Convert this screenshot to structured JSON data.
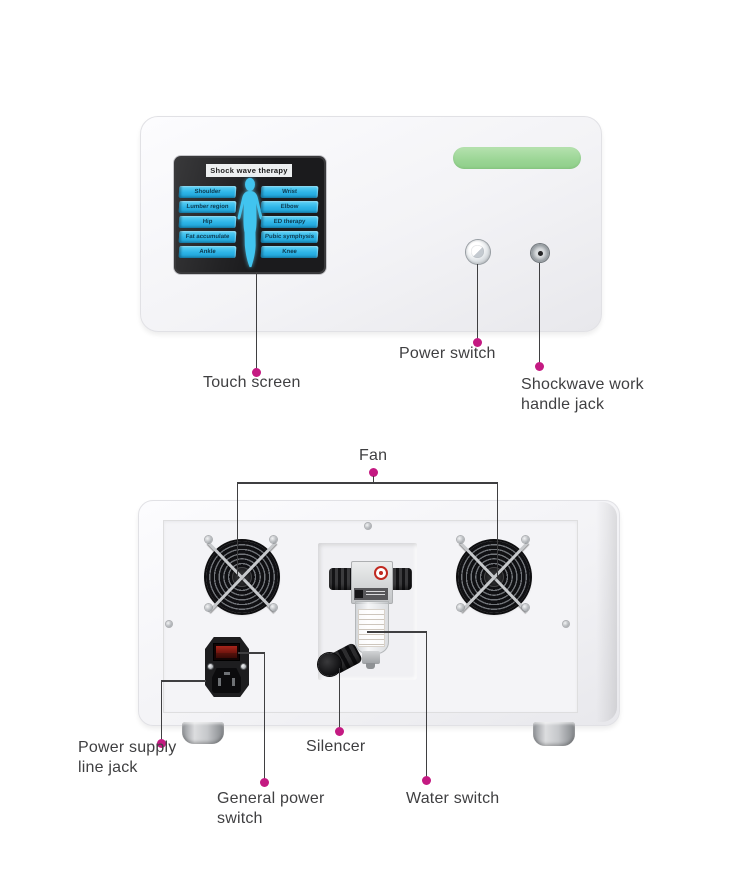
{
  "front": {
    "screen": {
      "title": "Shock wave therapy",
      "left_buttons": [
        "Shoulder",
        "Lumber region",
        "Hip",
        "Fat accumulate",
        "Ankle"
      ],
      "right_buttons": [
        "Wrist",
        "Elbow",
        "ED therapy",
        "Pubic symphysis",
        "Knee"
      ]
    },
    "annotations": {
      "touch_screen": "Touch screen",
      "power_switch": "Power switch",
      "handle_jack_line1": "Shockwave work",
      "handle_jack_line2": "handle jack"
    }
  },
  "back": {
    "annotations": {
      "fan": "Fan",
      "power_supply_line1": "Power supply",
      "power_supply_line2": "line jack",
      "general_power_line1": "General power",
      "general_power_line2": "switch",
      "silencer": "Silencer",
      "water_switch": "Water switch"
    }
  },
  "colors": {
    "leader_dot": "#c41a82",
    "leader_line": "#3f3f41",
    "label_text": "#3f3f41",
    "screen_button": "#2cb3e6",
    "screen_background": "#1b1b1d",
    "indicator_strip": "#9ad595",
    "device_body": "#f3f3f6"
  }
}
